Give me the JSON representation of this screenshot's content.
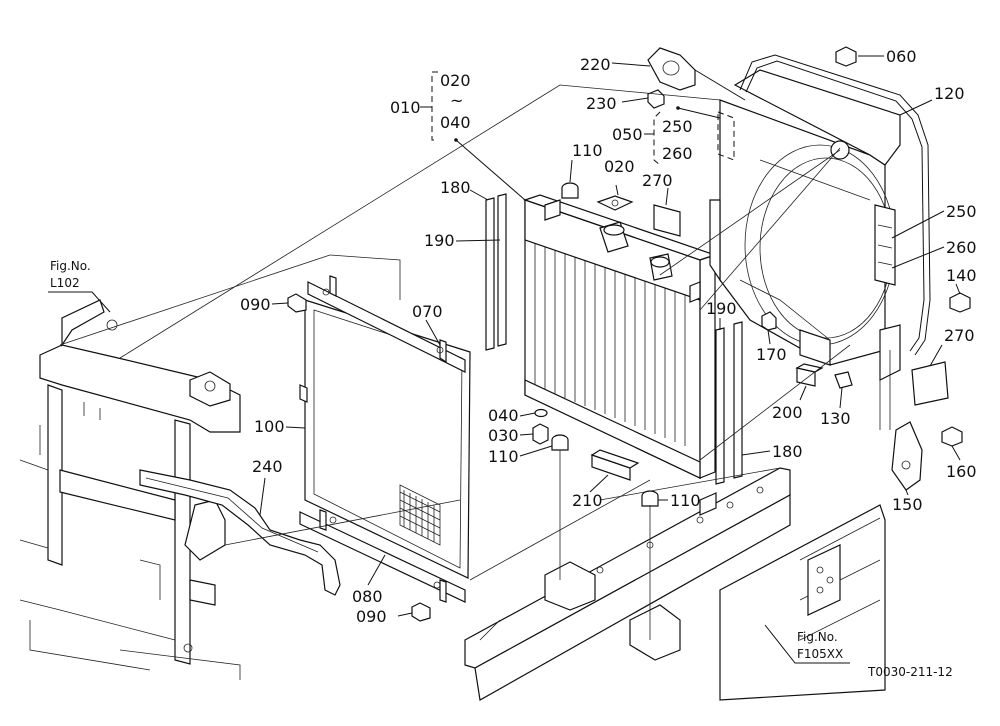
{
  "labels": {
    "p010": "010",
    "p020a": "020",
    "p040a": "040",
    "tilde": "~",
    "p220": "220",
    "p060": "060",
    "p230": "230",
    "p250a": "250",
    "p050": "050",
    "p260a": "260",
    "p120": "120",
    "p110a": "110",
    "p020b": "020",
    "p270a": "270",
    "p180a": "180",
    "p190a": "190",
    "p250b": "250",
    "p260b": "260",
    "p140": "140",
    "p090a": "090",
    "p070": "070",
    "p190b": "190",
    "p170": "170",
    "p270b": "270",
    "p200": "200",
    "p130": "130",
    "p100": "100",
    "p040b": "040",
    "p030": "030",
    "p110b": "110",
    "p180b": "180",
    "p160": "160",
    "p240": "240",
    "p210": "210",
    "p110c": "110",
    "p150": "150",
    "p080": "080",
    "p090b": "090"
  },
  "refs": {
    "fig_l102_a": "Fig.No.",
    "fig_l102_b": "L102",
    "fig_f105_a": "Fig.No.",
    "fig_f105_b": "F105XX",
    "drawing_code": "T0030-211-12"
  }
}
